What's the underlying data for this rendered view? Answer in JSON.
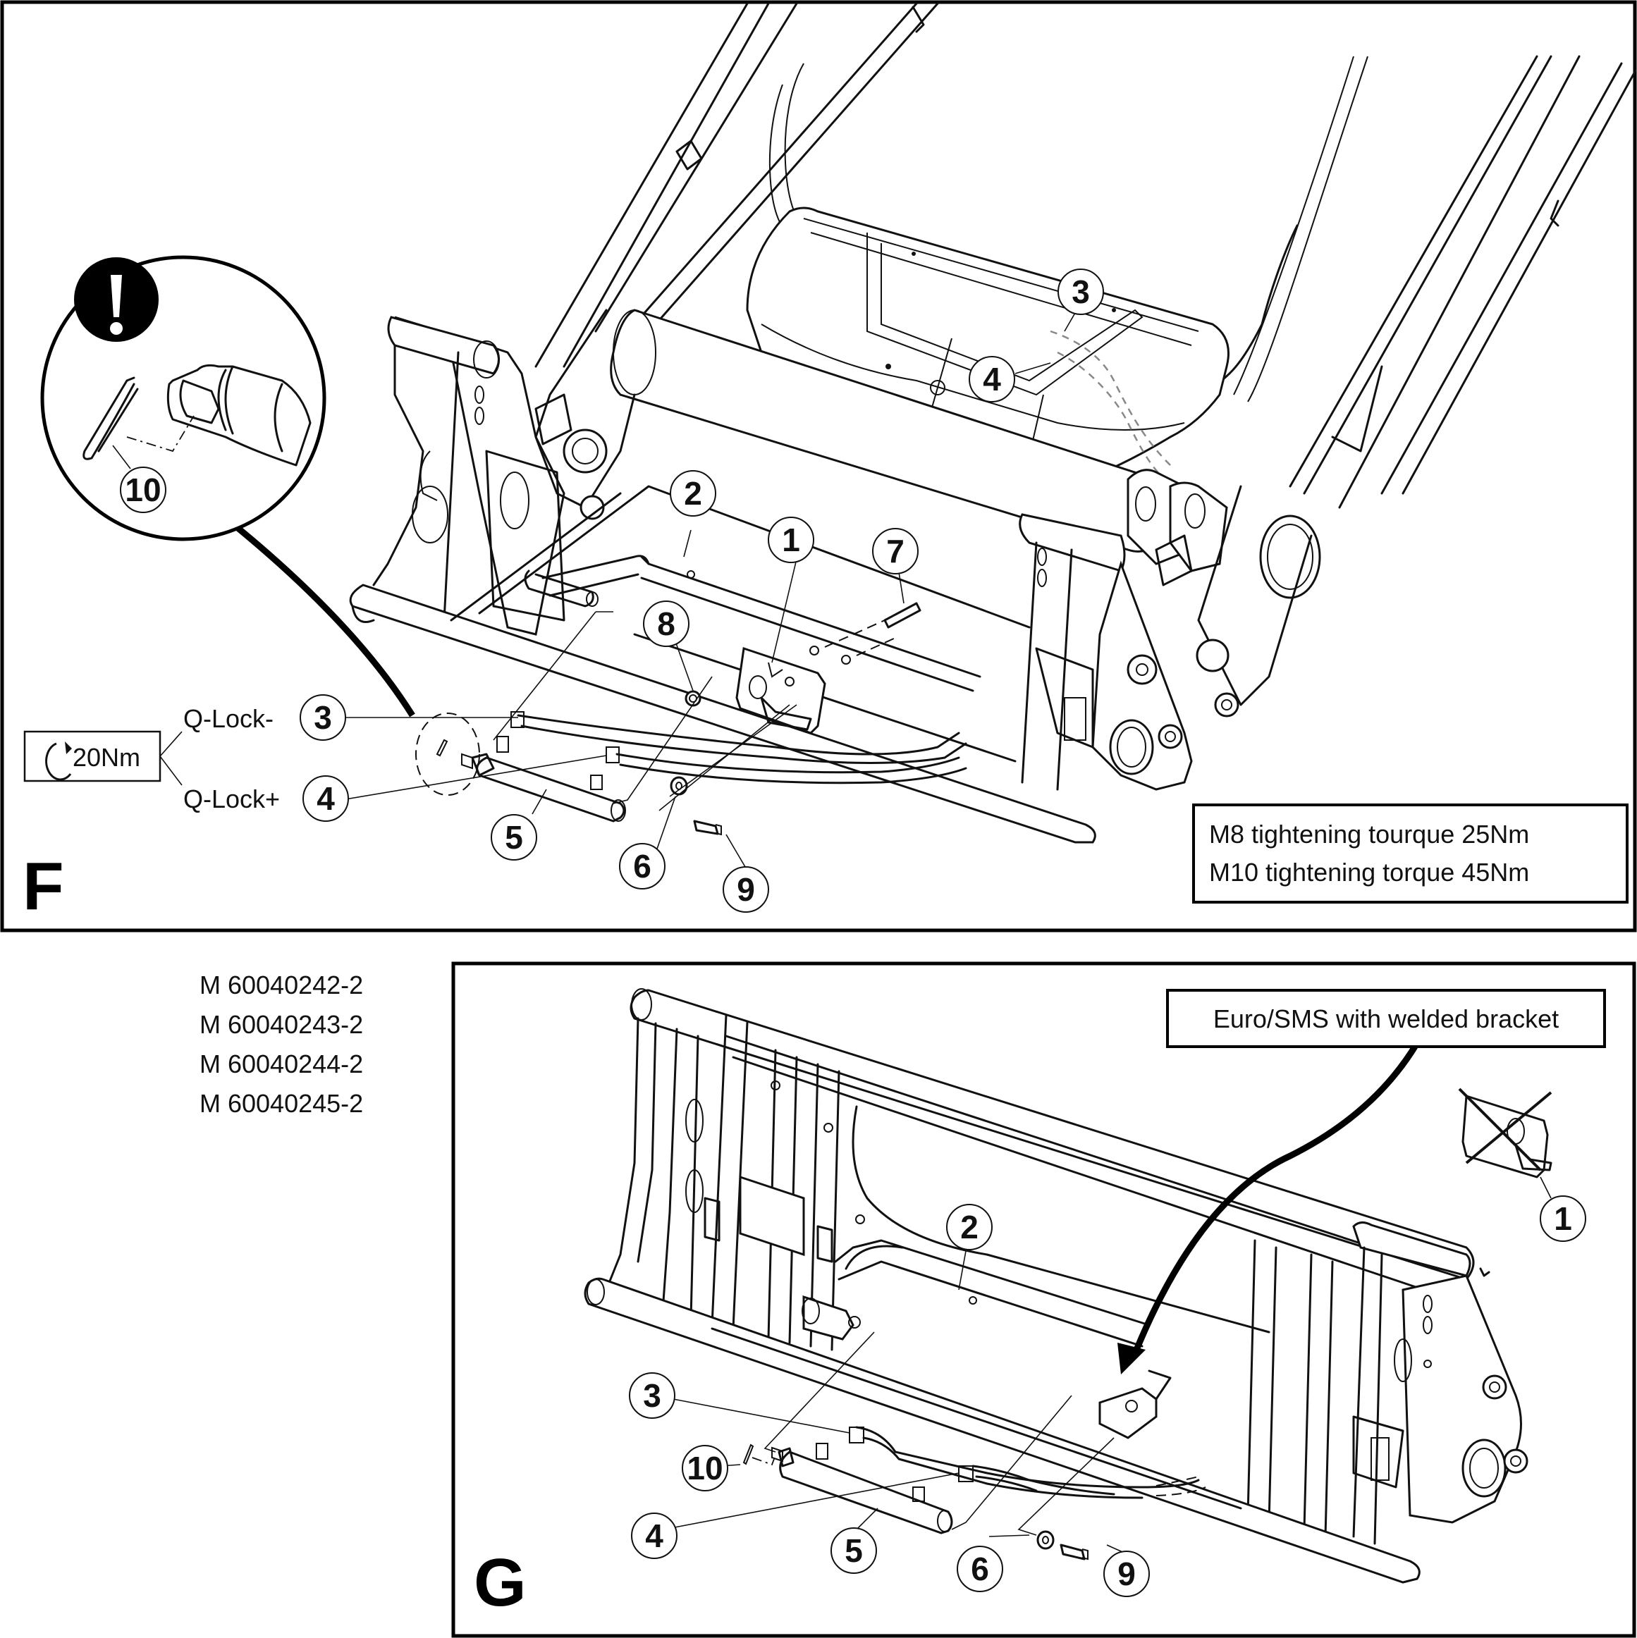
{
  "panels": [
    {
      "id": "F",
      "letter": "F",
      "torque_note": {
        "icon": "rotate-clockwise-icon",
        "value": "20Nm"
      },
      "hose_labels": {
        "minus": "Q-Lock-",
        "plus": "Q-Lock+"
      },
      "torque_box": [
        "M8 tightening tourque 25Nm",
        "M10 tightening torque 45Nm"
      ],
      "detail_inset": {
        "warning_icon": "exclamation-icon",
        "callout": "10"
      },
      "callouts": {
        "c1": "1",
        "c2": "2",
        "c3_top": "3",
        "c4_top": "4",
        "c3": "3",
        "c4": "4",
        "c5": "5",
        "c6": "6",
        "c7": "7",
        "c8": "8",
        "c9": "9",
        "c10": "10"
      }
    },
    {
      "id": "G",
      "letter": "G",
      "note_box": "Euro/SMS with welded bracket",
      "removed_part_icon": "crossed-out-icon",
      "callouts": {
        "c1": "1",
        "c2": "2",
        "c3": "3",
        "c4": "4",
        "c5": "5",
        "c6": "6",
        "c9": "9",
        "c10": "10"
      }
    }
  ],
  "part_numbers": [
    "M 60040242-2",
    "M 60040243-2",
    "M 60040244-2",
    "M 60040245-2"
  ]
}
